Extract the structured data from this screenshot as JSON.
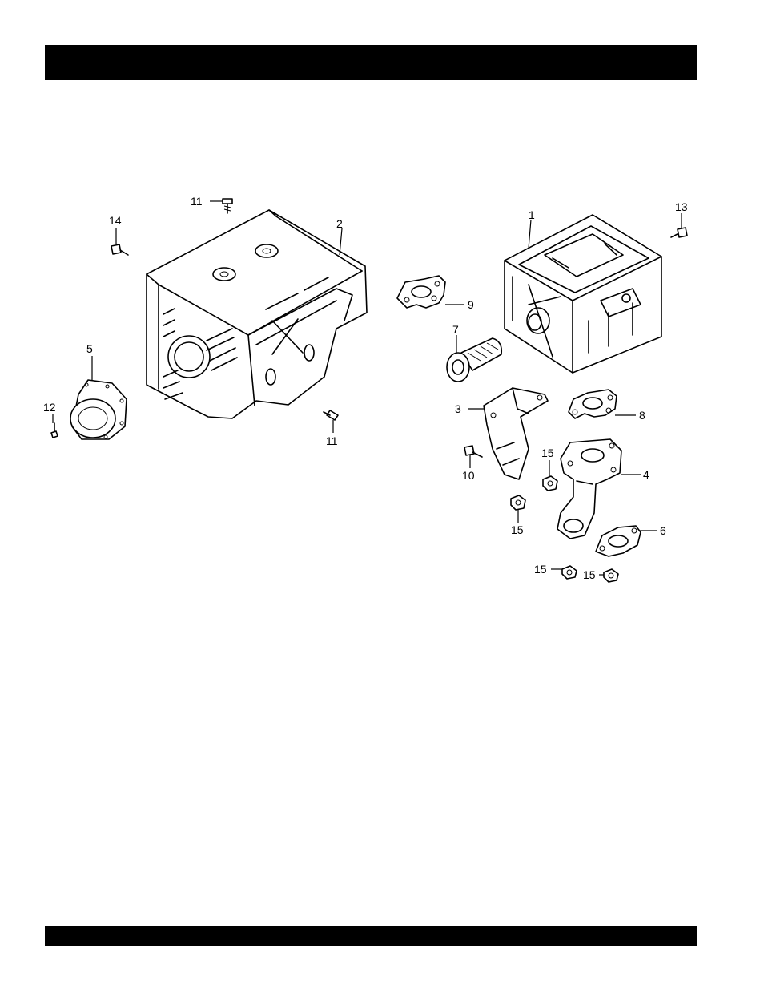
{
  "header": {
    "title": ""
  },
  "footer": {
    "text": ""
  },
  "callouts": {
    "c1": "1",
    "c2": "2",
    "c3": "3",
    "c4": "4",
    "c5": "5",
    "c6": "6",
    "c7": "7",
    "c8": "8",
    "c9": "9",
    "c10": "10",
    "c11a": "11",
    "c11b": "11",
    "c12": "12",
    "c13": "13",
    "c14": "14",
    "c15a": "15",
    "c15b": "15",
    "c15c": "15",
    "c15d": "15"
  }
}
